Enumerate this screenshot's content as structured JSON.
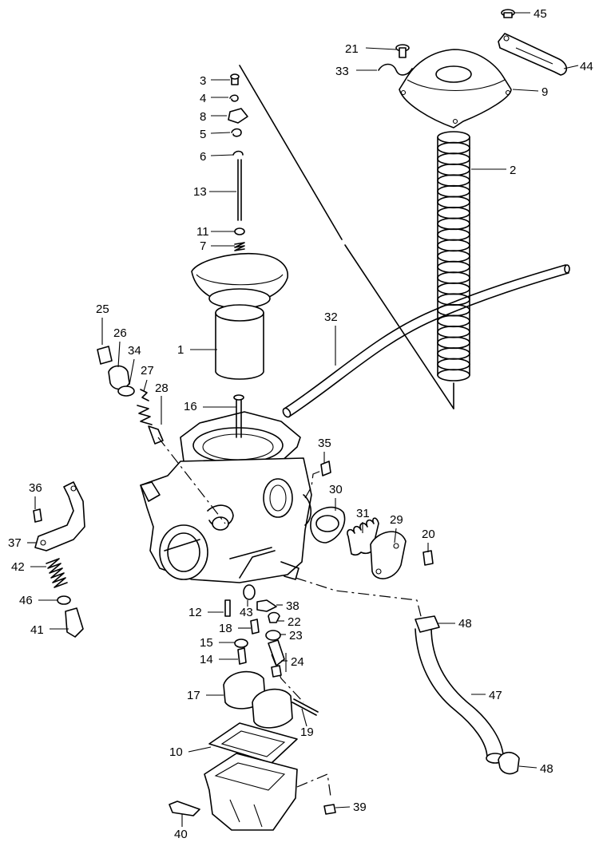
{
  "diagram": {
    "callouts": [
      {
        "id": "c1",
        "num": "1"
      },
      {
        "id": "c2",
        "num": "2"
      },
      {
        "id": "c3",
        "num": "3"
      },
      {
        "id": "c4",
        "num": "4"
      },
      {
        "id": "c5",
        "num": "5"
      },
      {
        "id": "c6",
        "num": "6"
      },
      {
        "id": "c7",
        "num": "7"
      },
      {
        "id": "c8",
        "num": "8"
      },
      {
        "id": "c9",
        "num": "9"
      },
      {
        "id": "c10",
        "num": "10"
      },
      {
        "id": "c11",
        "num": "11"
      },
      {
        "id": "c12",
        "num": "12"
      },
      {
        "id": "c13",
        "num": "13"
      },
      {
        "id": "c14",
        "num": "14"
      },
      {
        "id": "c15",
        "num": "15"
      },
      {
        "id": "c16",
        "num": "16"
      },
      {
        "id": "c17",
        "num": "17"
      },
      {
        "id": "c18",
        "num": "18"
      },
      {
        "id": "c19",
        "num": "19"
      },
      {
        "id": "c20",
        "num": "20"
      },
      {
        "id": "c21",
        "num": "21"
      },
      {
        "id": "c22",
        "num": "22"
      },
      {
        "id": "c23",
        "num": "23"
      },
      {
        "id": "c24",
        "num": "24"
      },
      {
        "id": "c25",
        "num": "25"
      },
      {
        "id": "c26",
        "num": "26"
      },
      {
        "id": "c27",
        "num": "27"
      },
      {
        "id": "c28",
        "num": "28"
      },
      {
        "id": "c29",
        "num": "29"
      },
      {
        "id": "c30",
        "num": "30"
      },
      {
        "id": "c31",
        "num": "31"
      },
      {
        "id": "c32",
        "num": "32"
      },
      {
        "id": "c33",
        "num": "33"
      },
      {
        "id": "c34",
        "num": "34"
      },
      {
        "id": "c35",
        "num": "35"
      },
      {
        "id": "c36",
        "num": "36"
      },
      {
        "id": "c37",
        "num": "37"
      },
      {
        "id": "c38",
        "num": "38"
      },
      {
        "id": "c39",
        "num": "39"
      },
      {
        "id": "c40",
        "num": "40"
      },
      {
        "id": "c41",
        "num": "41"
      },
      {
        "id": "c42",
        "num": "42"
      },
      {
        "id": "c43",
        "num": "43"
      },
      {
        "id": "c44",
        "num": "44"
      },
      {
        "id": "c45",
        "num": "45"
      },
      {
        "id": "c46",
        "num": "46"
      },
      {
        "id": "c47",
        "num": "47"
      },
      {
        "id": "c48a",
        "num": "48"
      },
      {
        "id": "c48b",
        "num": "48"
      }
    ]
  }
}
